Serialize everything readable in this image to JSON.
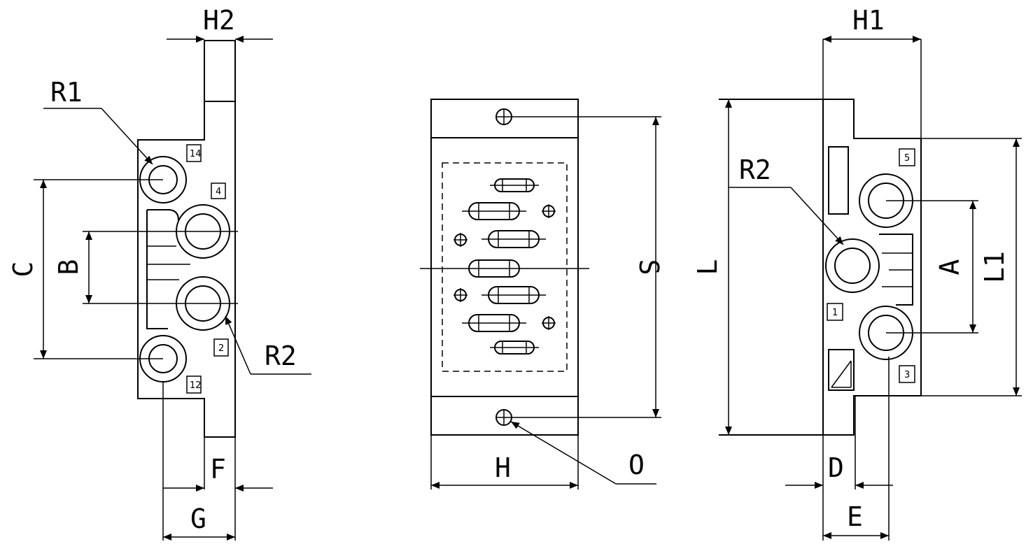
{
  "colors": {
    "line": "#000000",
    "background": "#ffffff"
  },
  "labels": {
    "H2": "H2",
    "R1": "R1",
    "R2_left": "R2",
    "C": "C",
    "B": "B",
    "F": "F",
    "G": "G",
    "S": "S",
    "H": "H",
    "O": "O",
    "H1": "H1",
    "R2_right": "R2",
    "L": "L",
    "A": "A",
    "L1": "L1",
    "D": "D",
    "E": "E"
  },
  "port_numbers": {
    "left": [
      "14",
      "4",
      "2",
      "12"
    ],
    "right": [
      "5",
      "1",
      "3"
    ]
  }
}
